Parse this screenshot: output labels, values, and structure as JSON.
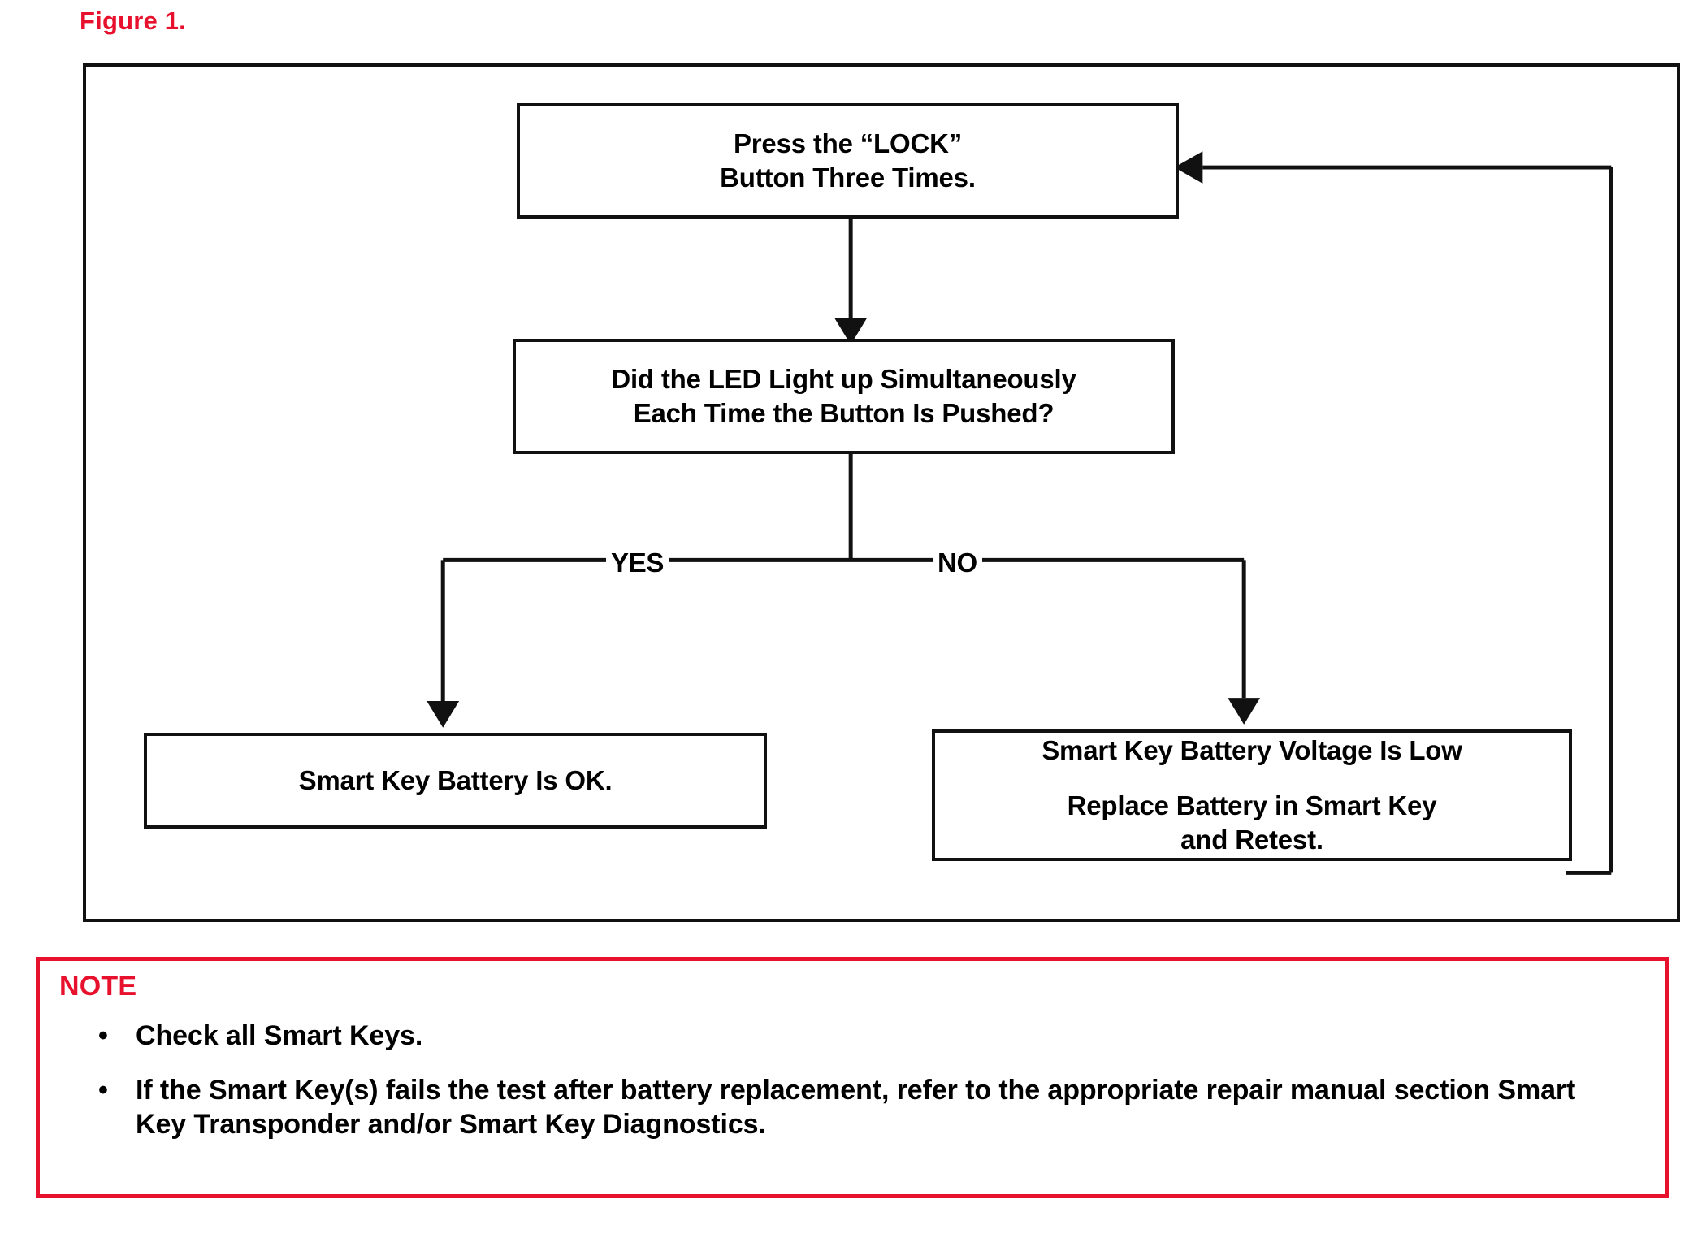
{
  "figure": {
    "caption": "Figure 1.",
    "caption_color": "#e8112d"
  },
  "flowchart": {
    "frame_border_color": "#111111",
    "boxes": [
      {
        "id": "press-lock",
        "line1": "Press the “LOCK”",
        "line2": "Button Three Times."
      },
      {
        "id": "led-question",
        "line1": "Did the LED Light up Simultaneously",
        "line2": "Each Time the Button Is Pushed?"
      },
      {
        "id": "battery-ok",
        "line1": "Smart Key Battery Is OK."
      },
      {
        "id": "battery-low",
        "line1": "Smart Key Battery Voltage Is Low",
        "line2": "Replace Battery in Smart Key",
        "line3": "and Retest."
      }
    ],
    "branches": {
      "yes_label": "YES",
      "no_label": "NO"
    }
  },
  "note": {
    "title": "NOTE",
    "title_color": "#e8112d",
    "border_color": "#e8112d",
    "bullet_glyph": "•",
    "items": [
      "Check all Smart Keys.",
      "If the Smart Key(s) fails the test after battery replacement, refer to the appropriate repair manual section Smart Key Transponder and/or Smart Key Diagnostics."
    ]
  }
}
